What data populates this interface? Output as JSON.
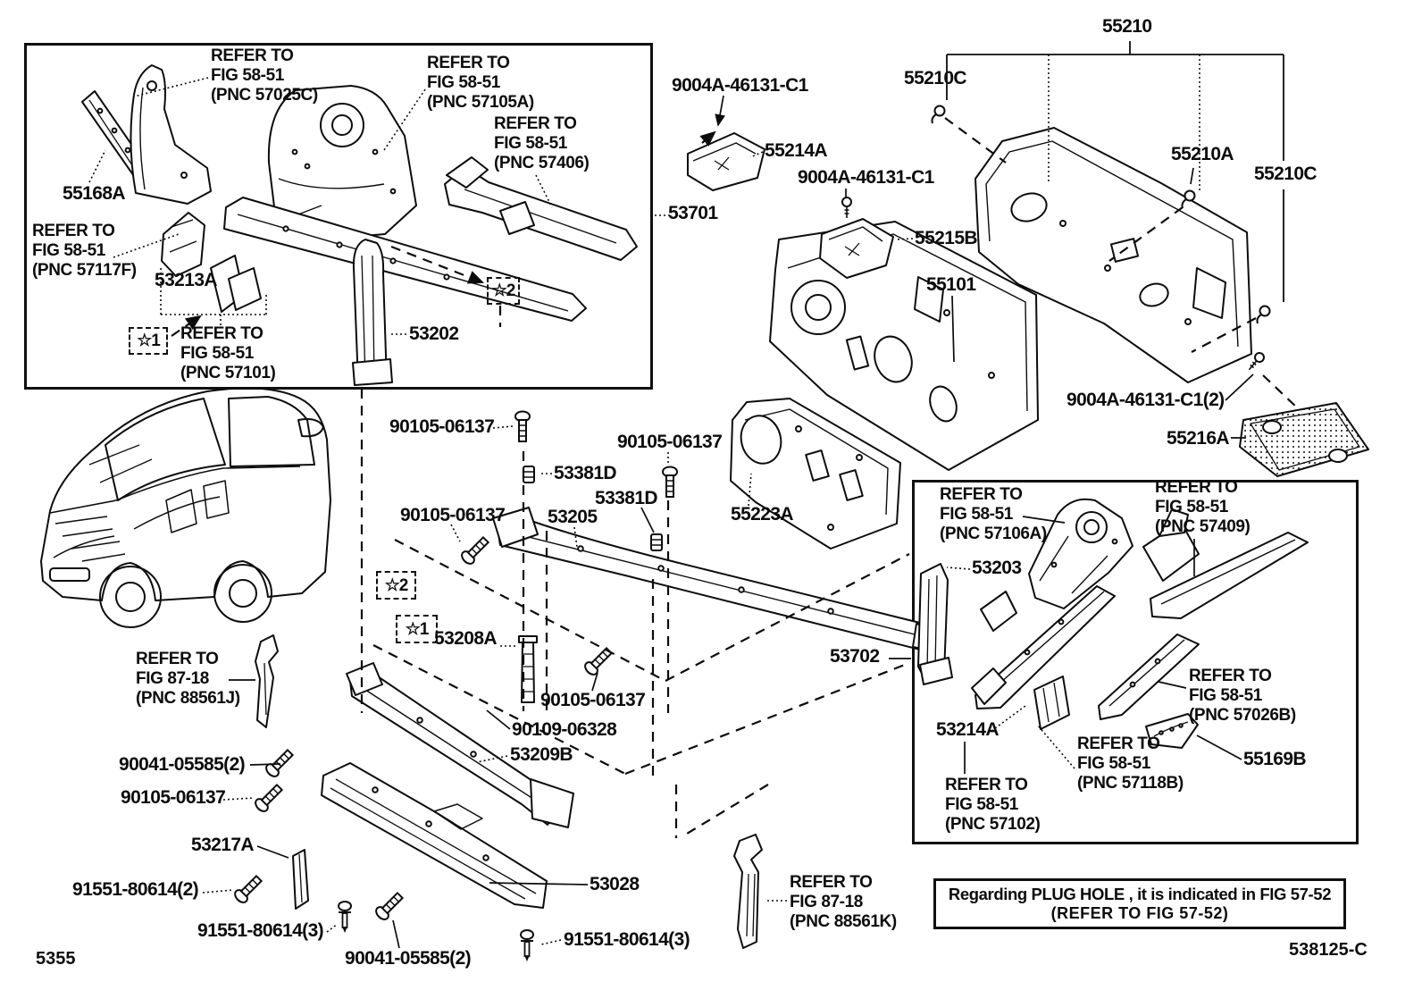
{
  "page": {
    "sheet_number": "5355",
    "figure_code": "538125-C"
  },
  "note_box": {
    "line1": "Regarding PLUG HOLE , it is indicated in FIG 57-52",
    "line2": "(REFER TO FIG 57-52)"
  },
  "stars": {
    "inset_1": "☆1",
    "inset_2": "☆2",
    "main_1": "☆1",
    "main_2": "☆2"
  },
  "labels": {
    "inset_refer_57025c": "REFER TO\nFIG 58-51\n(PNC 57025C)",
    "inset_refer_57105a": "REFER TO\nFIG 58-51\n(PNC 57105A)",
    "inset_refer_57406": "REFER TO\nFIG 58-51\n(PNC 57406)",
    "inset_55168a": "55168A",
    "inset_refer_57117f": "REFER TO\nFIG 58-51\n(PNC 57117F)",
    "inset_53213a": "53213A",
    "inset_refer_57101": "REFER TO\nFIG 58-51\n(PNC 57101)",
    "inset_53202": "53202",
    "p53701": "53701",
    "p9004a_1": "9004A-46131-C1",
    "p55214a": "55214A",
    "p9004a_2": "9004A-46131-C1",
    "p55215b": "55215B",
    "p55101": "55101",
    "p55210": "55210",
    "p55210c_left": "55210C",
    "p55210a": "55210A",
    "p55210c_right": "55210C",
    "p9004a_3": "9004A-46131-C1(2)",
    "p55216a": "55216A",
    "p55223a": "55223A",
    "p90105_top": "90105-06137",
    "p90105_right": "90105-06137",
    "p90105_mid": "90105-06137",
    "p90105_bottom": "90105-06137",
    "p90105_lowleft": "90105-06137",
    "p53381d_1": "53381D",
    "p53381d_2": "53381D",
    "p53205": "53205",
    "p53208a": "53208A",
    "p90109": "90109-06328",
    "p53209b": "53209B",
    "p53028": "53028",
    "p53702": "53702",
    "refer_88561j": "REFER TO\nFIG 87-18\n(PNC 88561J)",
    "refer_88561k": "REFER TO\nFIG 87-18\n(PNC 88561K)",
    "p90041_top": "90041-05585(2)",
    "p90041_bottom": "90041-05585(2)",
    "p53217a": "53217A",
    "p91551_2": "91551-80614(2)",
    "p91551_3a": "91551-80614(3)",
    "p91551_3b": "91551-80614(3)",
    "box_refer_57106a": "REFER TO\nFIG 58-51\n(PNC 57106A)",
    "box_refer_57409": "REFER TO\nFIG 58-51\n(PNC 57409)",
    "box_53203": "53203",
    "box_53214a": "53214A",
    "box_refer_57102": "REFER TO\nFIG 58-51\n(PNC 57102)",
    "box_refer_57026b": "REFER TO\nFIG 58-51\n(PNC 57026B)",
    "box_refer_57118b": "REFER TO\nFIG 58-51\n(PNC 57118B)",
    "box_55169b": "55169B"
  }
}
